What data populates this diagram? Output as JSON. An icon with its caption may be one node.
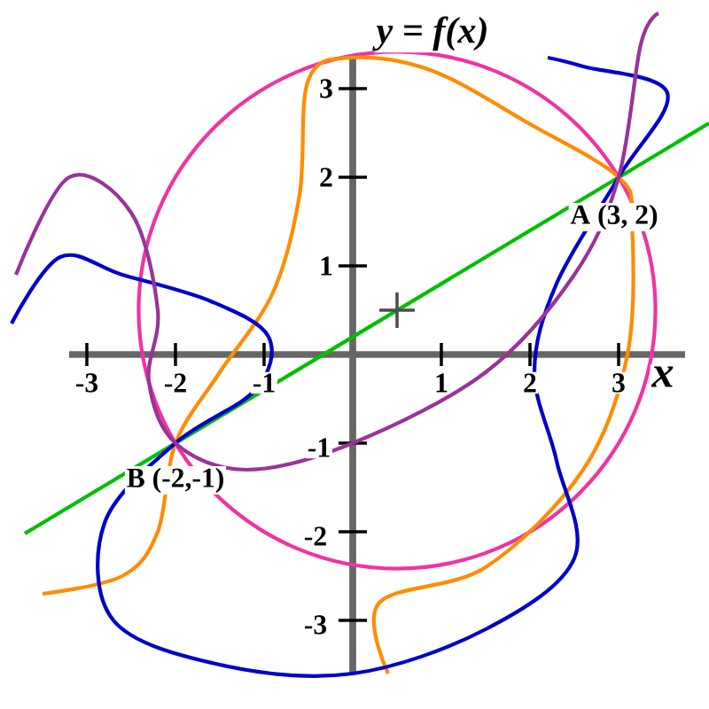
{
  "diagram": {
    "labels": [
      "y = f(x)",
      "3",
      "2",
      "A (3, 2)",
      "1",
      "-3",
      "-2",
      "-1",
      "1",
      "2",
      "3",
      "x",
      "-1",
      "B (-2,-1)",
      "-2",
      "-3"
    ]
  }
}
